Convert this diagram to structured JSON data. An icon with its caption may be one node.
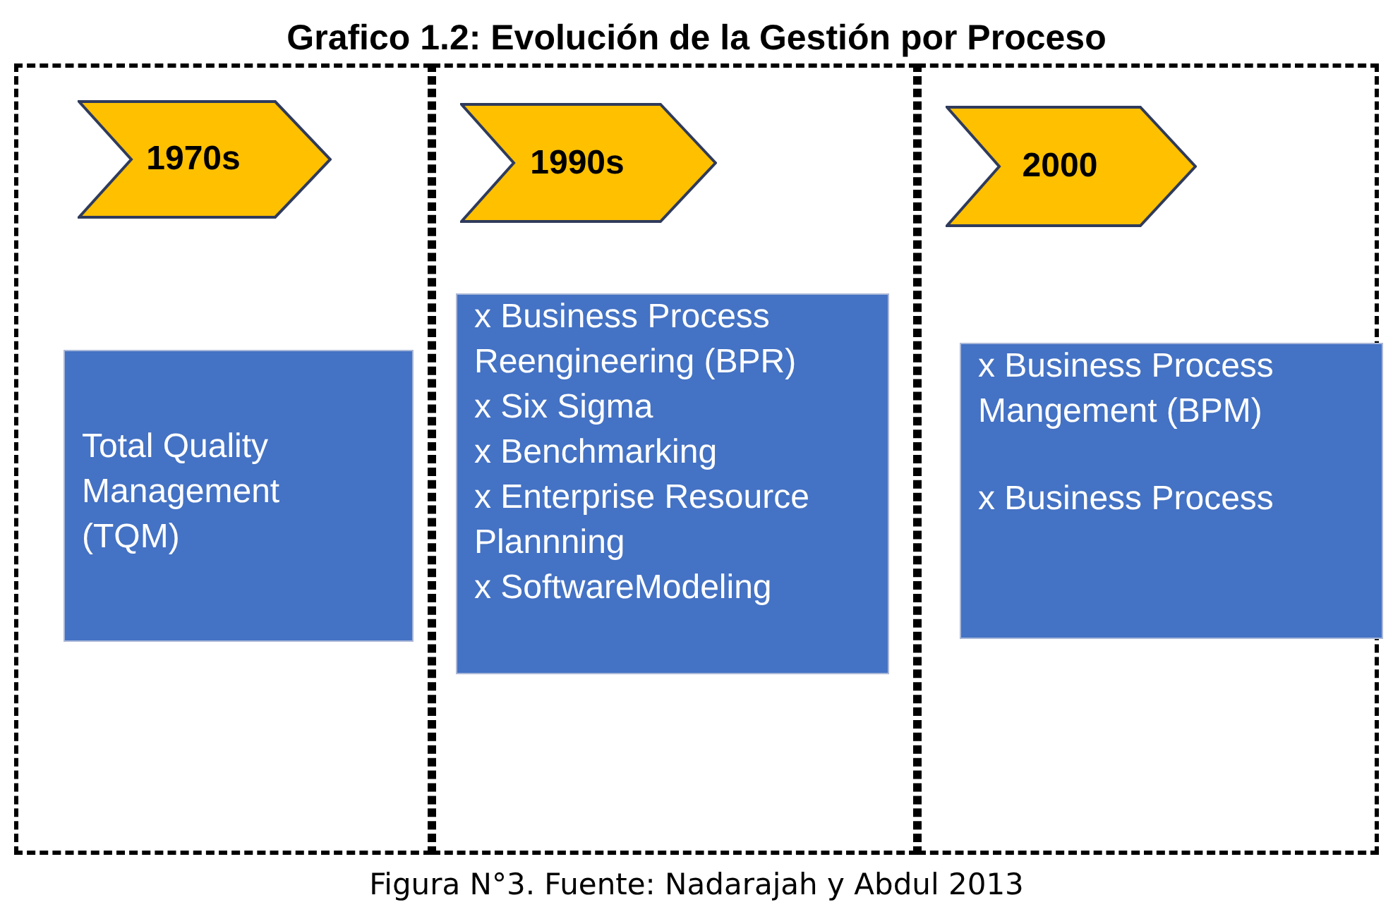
{
  "diagram": {
    "title": "Grafico 1.2: Evolución de la Gestión por Proceso",
    "nodes": [
      {
        "text": [],
        "shape": "box"
      },
      {
        "text": [],
        "shape": "box"
      },
      {
        "text": [],
        "shape": "box"
      },
      {
        "text": [
          "1970s"
        ],
        "in": 0
      },
      {
        "text": [
          "Total Quality Management (TQM)"
        ],
        "in": 0
      },
      {
        "text": [
          "1990s"
        ],
        "in": 1
      },
      {
        "text": [
          "x Business Process Reengineering (BPR)",
          "x Six Sigma",
          "x Benchmarking",
          "x Enterprise Resource Plannning",
          "x SoftwareModeling"
        ],
        "in": 1
      },
      {
        "text": [
          "2000"
        ],
        "in": 2
      },
      {
        "text": [
          "x Business Process Mangement (BPM)",
          "x Business Process"
        ],
        "in": 2
      }
    ],
    "caption": "Figura N°3. Fuente: Nadarajah y Abdul 2013"
  }
}
